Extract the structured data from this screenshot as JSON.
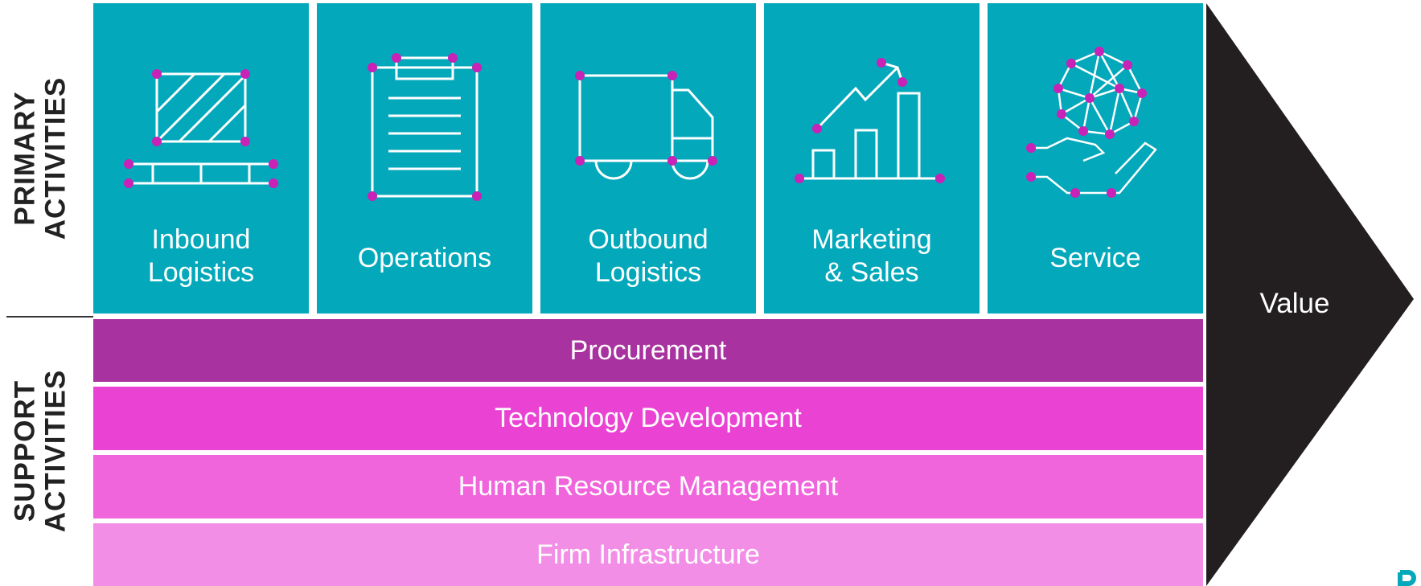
{
  "side_labels": {
    "primary": "PRIMARY\nACTIVITIES",
    "support": "SUPPORT\nACTIVITIES"
  },
  "primary_activities": [
    {
      "label": "Inbound\nLogistics",
      "icon": "pallet-box-icon"
    },
    {
      "label": "Operations",
      "icon": "clipboard-icon"
    },
    {
      "label": "Outbound\nLogistics",
      "icon": "truck-icon"
    },
    {
      "label": "Marketing\n& Sales",
      "icon": "growth-chart-icon"
    },
    {
      "label": "Service",
      "icon": "hand-network-icon"
    }
  ],
  "support_activities": [
    {
      "label": "Procurement",
      "color": "#a8329f"
    },
    {
      "label": "Technology Development",
      "color": "#ea43d3"
    },
    {
      "label": "Human Resource Management",
      "color": "#f064dc"
    },
    {
      "label": "Firm Infrastructure",
      "color": "#f28ee6"
    }
  ],
  "value_label": "Value",
  "colors": {
    "primary_bg": "#03a8bb",
    "accent_dot": "#c922b6",
    "arrow": "#231f20",
    "corner_mark": "#03a8bb"
  }
}
